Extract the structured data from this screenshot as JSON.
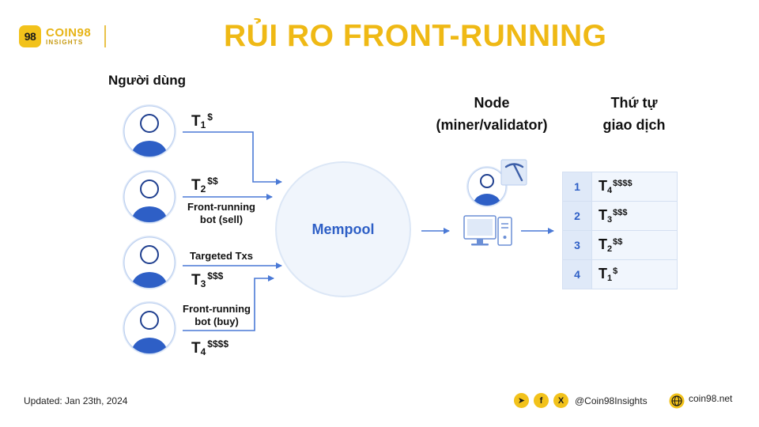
{
  "brand": {
    "badge": "98",
    "name": "COIN98",
    "sub": "INSIGHTS"
  },
  "title": "RỦI RO FRONT-RUNNING",
  "users_label": "Người dùng",
  "transactions": [
    {
      "letter": "T",
      "index": "1",
      "fee": "$"
    },
    {
      "letter": "T",
      "index": "2",
      "fee": "$$",
      "desc_line1": "Front-running",
      "desc_line2": "bot (sell)"
    },
    {
      "letter": "T",
      "index": "3",
      "fee": "$$$",
      "desc_line1": "Targeted Txs"
    },
    {
      "letter": "T",
      "index": "4",
      "fee": "$$$$",
      "desc_line1": "Front-running",
      "desc_line2": "bot (buy)"
    }
  ],
  "mempool_label": "Mempool",
  "node_label": {
    "line1": "Node",
    "line2": "(miner/validator)"
  },
  "order_label": {
    "line1": "Thứ tự",
    "line2": "giao dịch"
  },
  "order_rows": [
    {
      "rank": "1",
      "letter": "T",
      "index": "4",
      "fee": "$$$$"
    },
    {
      "rank": "2",
      "letter": "T",
      "index": "3",
      "fee": "$$$"
    },
    {
      "rank": "3",
      "letter": "T",
      "index": "2",
      "fee": "$$"
    },
    {
      "rank": "4",
      "letter": "T",
      "index": "1",
      "fee": "$"
    }
  ],
  "footer": {
    "updated": "Updated: Jan 23th, 2024",
    "handle": "@Coin98Insights",
    "site": "coin98.net",
    "icons": {
      "telegram": "➤",
      "facebook": "f",
      "x": "X"
    }
  },
  "colors": {
    "accent_yellow": "#efb915",
    "blue": "#2e5fc6",
    "light_blue": "#dfe9f8"
  }
}
